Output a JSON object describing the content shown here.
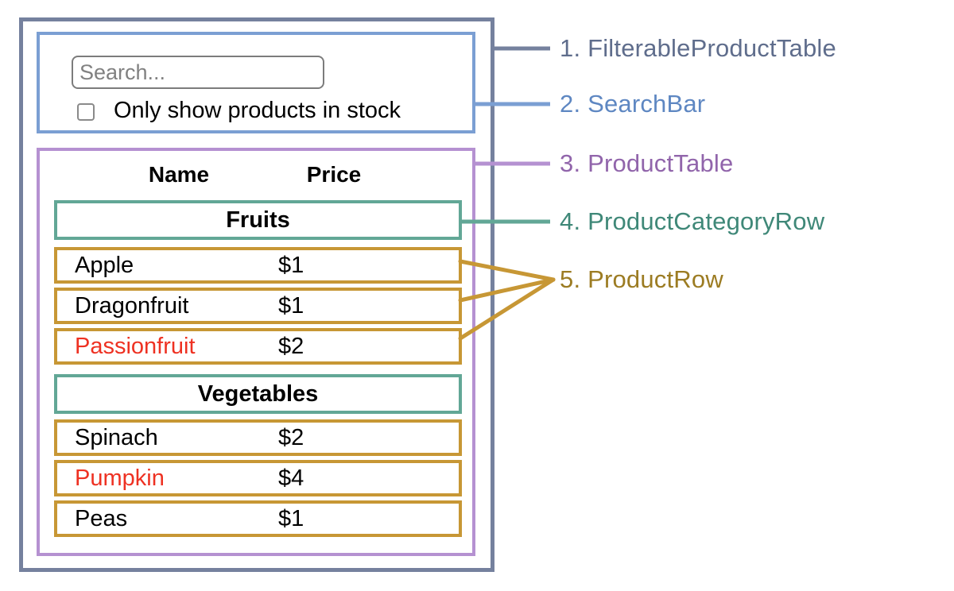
{
  "diagram": {
    "labels": [
      {
        "text": "1. FilterableProductTable",
        "color": "#5f6d8c"
      },
      {
        "text": "2. SearchBar",
        "color": "#5e87c2"
      },
      {
        "text": "3. ProductTable",
        "color": "#9165ab"
      },
      {
        "text": "4. ProductCategoryRow",
        "color": "#3f8878"
      },
      {
        "text": "5. ProductRow",
        "color": "#9c7c23"
      }
    ]
  },
  "search_bar": {
    "input_placeholder": "Search...",
    "input_value": "",
    "checkbox_label": "Only show products in stock",
    "checkbox_checked": false
  },
  "product_table": {
    "columns": [
      "Name",
      "Price"
    ],
    "sections": [
      {
        "category": "Fruits",
        "products": [
          {
            "name": "Apple",
            "price": "$1",
            "name_red": false
          },
          {
            "name": "Dragonfruit",
            "price": "$1",
            "name_red": false
          },
          {
            "name": "Passionfruit",
            "price": "$2",
            "name_red": true
          }
        ]
      },
      {
        "category": "Vegetables",
        "products": [
          {
            "name": "Spinach",
            "price": "$2",
            "name_red": false
          },
          {
            "name": "Pumpkin",
            "price": "$4",
            "name_red": true
          },
          {
            "name": "Peas",
            "price": "$1",
            "name_red": false
          }
        ]
      }
    ]
  },
  "colors": {
    "filterable_product_table": "#75819e",
    "search_bar": "#7b9fd3",
    "product_table": "#b591d1",
    "product_category_row": "#62a796",
    "product_row": "#c79735",
    "out_of_stock_text": "#ee3122",
    "black_text": "#000000"
  }
}
